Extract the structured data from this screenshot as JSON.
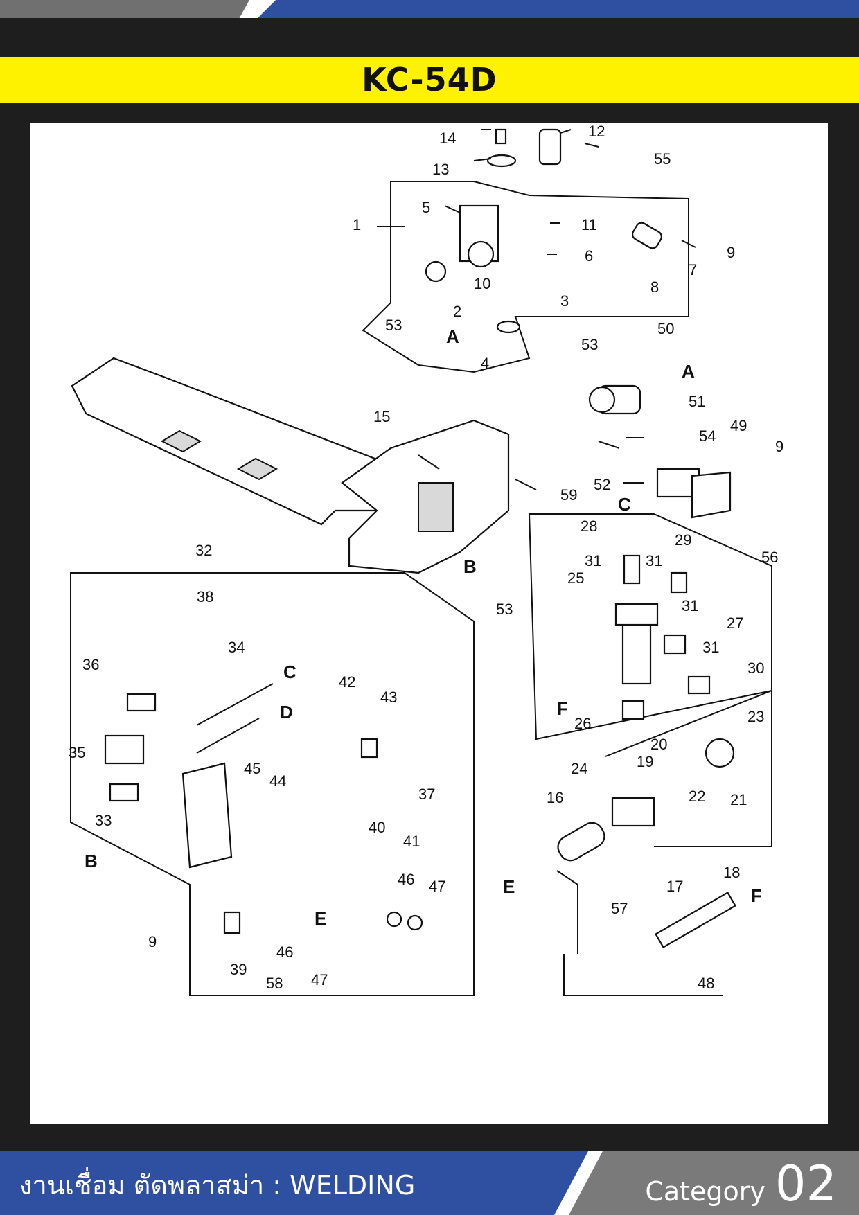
{
  "header": {
    "model": "KC-54D"
  },
  "footer": {
    "category_text": "งานเชื่อม ตัดพลาสม่า : WELDING",
    "category_label": "Category",
    "category_number": "02"
  },
  "diagram": {
    "part_numbers": [
      "1",
      "2",
      "3",
      "4",
      "5",
      "6",
      "7",
      "8",
      "9",
      "10",
      "11",
      "12",
      "13",
      "14",
      "15",
      "16",
      "17",
      "18",
      "19",
      "20",
      "21",
      "22",
      "23",
      "24",
      "25",
      "26",
      "27",
      "28",
      "29",
      "30",
      "31",
      "32",
      "33",
      "34",
      "35",
      "36",
      "37",
      "38",
      "39",
      "40",
      "41",
      "42",
      "43",
      "44",
      "45",
      "46",
      "47",
      "48",
      "49",
      "50",
      "51",
      "52",
      "53",
      "54",
      "55",
      "56",
      "57",
      "58",
      "59"
    ],
    "reference_letters": [
      "A",
      "B",
      "C",
      "D",
      "E",
      "F"
    ]
  }
}
